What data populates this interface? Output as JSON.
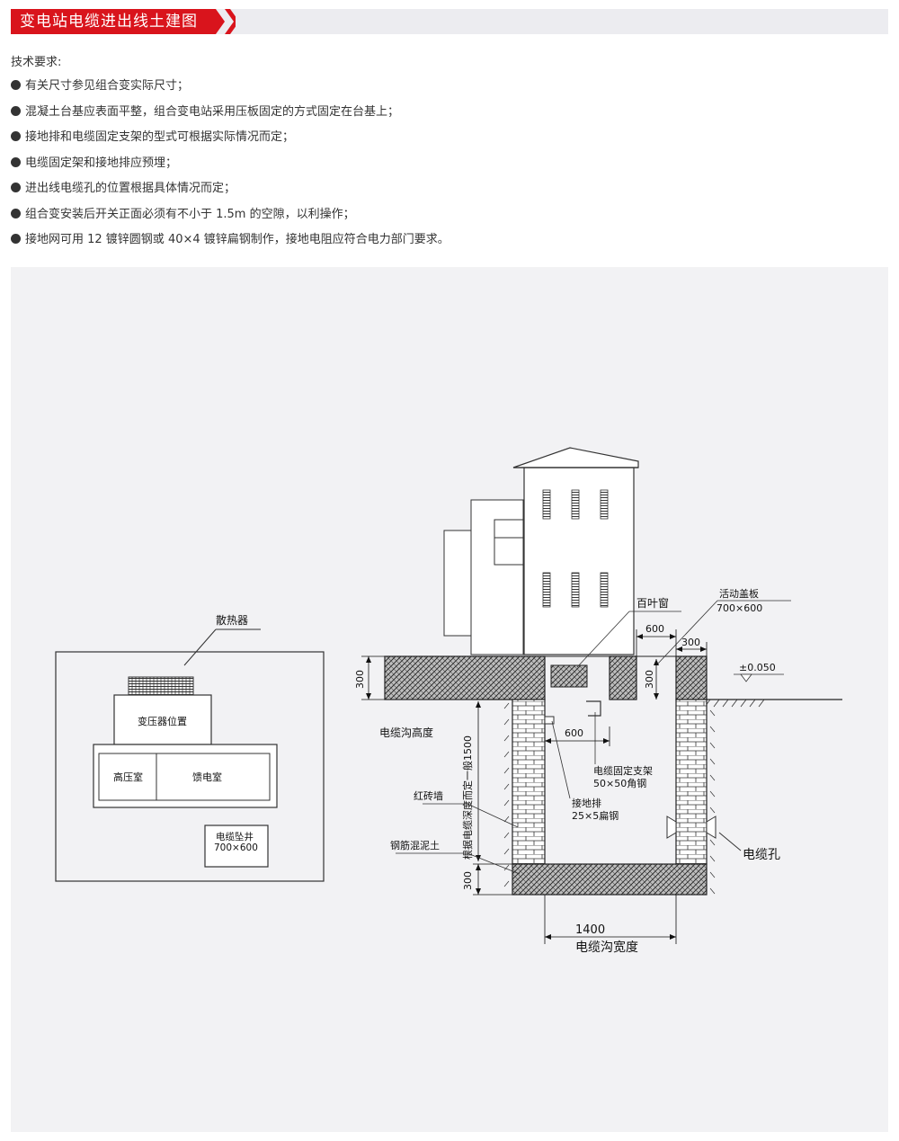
{
  "header": {
    "title": "变电站电缆进出线土建图",
    "accent_color": "#d9141c",
    "bar_color": "#ececf0"
  },
  "requirements": {
    "title": "技术要求:",
    "items": [
      "有关尺寸参见组合变实际尺寸；",
      "混凝土台基应表面平整，组合变电站采用压板固定的方式固定在台基上；",
      "接地排和电缆固定支架的型式可根据实际情况而定；",
      "电缆固定架和接地排应预埋；",
      "进出线电缆孔的位置根据具体情况而定；",
      "组合变安装后开关正面必须有不小于 1.5m 的空隙，以利操作；",
      "接地网可用 12 镀锌圆钢或 40×4 镀锌扁钢制作，接地电阻应符合电力部门要求。"
    ]
  },
  "plan_view": {
    "radiator": "散热器",
    "transformer": "变压器位置",
    "hv_room": "高压室",
    "feeder_room": "馈电室",
    "cable_pit_name": "电缆坠井",
    "cable_pit_size": "700×600"
  },
  "section_view": {
    "louver": "百叶窗",
    "movable_cover": "活动盖板",
    "movable_cover_size": "700×600",
    "dim_600_top": "600",
    "dim_300_top": "300",
    "dim_300_left": "300",
    "dim_300_right": "300",
    "elevation": "±0.050",
    "trench_height_label": "电缆沟高度",
    "depth_note": "根据电缆深度而定一般1500",
    "dim_600_mid": "600",
    "bracket_name": "电缆固定支架",
    "bracket_spec": "50×50角钢",
    "ground_bar_name": "接地排",
    "ground_bar_spec": "25×5扁钢",
    "red_brick_wall": "红砖墙",
    "reinforced_concrete": "钢筋混泥土",
    "cable_hole": "电缆孔",
    "dim_300_bottom": "300",
    "width_value": "1400",
    "width_label": "电缆沟宽度"
  }
}
